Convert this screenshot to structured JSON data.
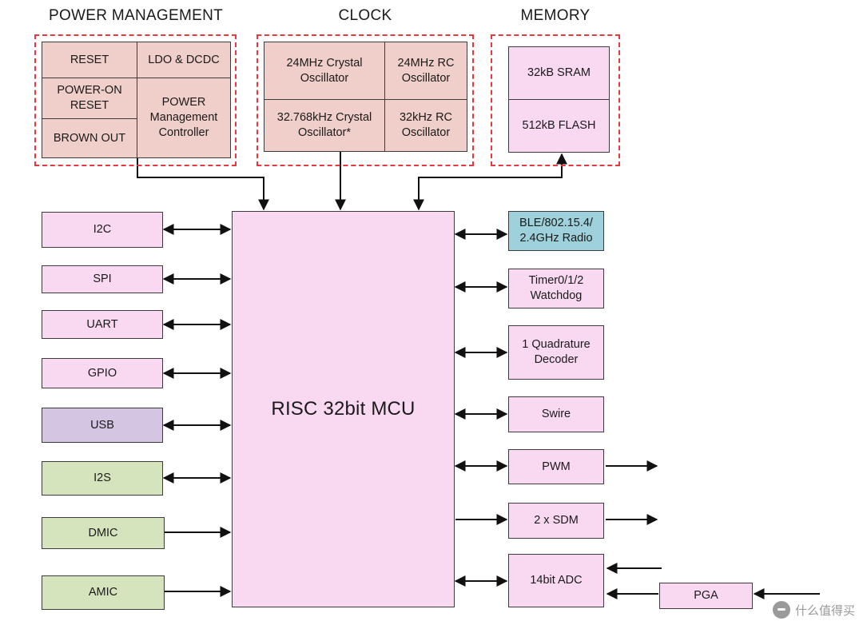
{
  "headings": {
    "power": "POWER MANAGEMENT",
    "clock": "CLOCK",
    "memory": "MEMORY"
  },
  "power": {
    "reset": "RESET",
    "ldo": "LDO & DCDC",
    "power_on_reset": "POWER-ON\nRESET",
    "brown_out": "BROWN OUT",
    "controller": "POWER\nManagement\nController"
  },
  "clock": {
    "xtal_24m": "24MHz Crystal\nOscillator",
    "rc_24m": "24MHz RC\nOscillator",
    "xtal_32k": "32.768kHz Crystal\nOscillator*",
    "rc_32k": "32kHz RC\nOscillator"
  },
  "memory": {
    "sram": "32kB SRAM",
    "flash": "512kB FLASH"
  },
  "mcu": "RISC 32bit MCU",
  "left_peripherals": {
    "i2c": "I2C",
    "spi": "SPI",
    "uart": "UART",
    "gpio": "GPIO",
    "usb": "USB",
    "i2s": "I2S",
    "dmic": "DMIC",
    "amic": "AMIC"
  },
  "right_peripherals": {
    "radio": "BLE/802.15.4/\n2.4GHz Radio",
    "timer": "Timer0/1/2\nWatchdog",
    "qdec": "1 Quadrature\nDecoder",
    "swire": "Swire",
    "pwm": "PWM",
    "sdm": "2 x SDM",
    "adc": "14bit ADC",
    "pga": "PGA"
  },
  "colors": {
    "group_border": "#e8383d",
    "power_clock_fill": "#f0cfca",
    "peripheral_fill": "#f9d9f1",
    "usb_fill": "#d4c5e2",
    "audio_fill": "#d6e4bd",
    "radio_fill": "#9ed1db"
  },
  "watermark": "什么值得买"
}
